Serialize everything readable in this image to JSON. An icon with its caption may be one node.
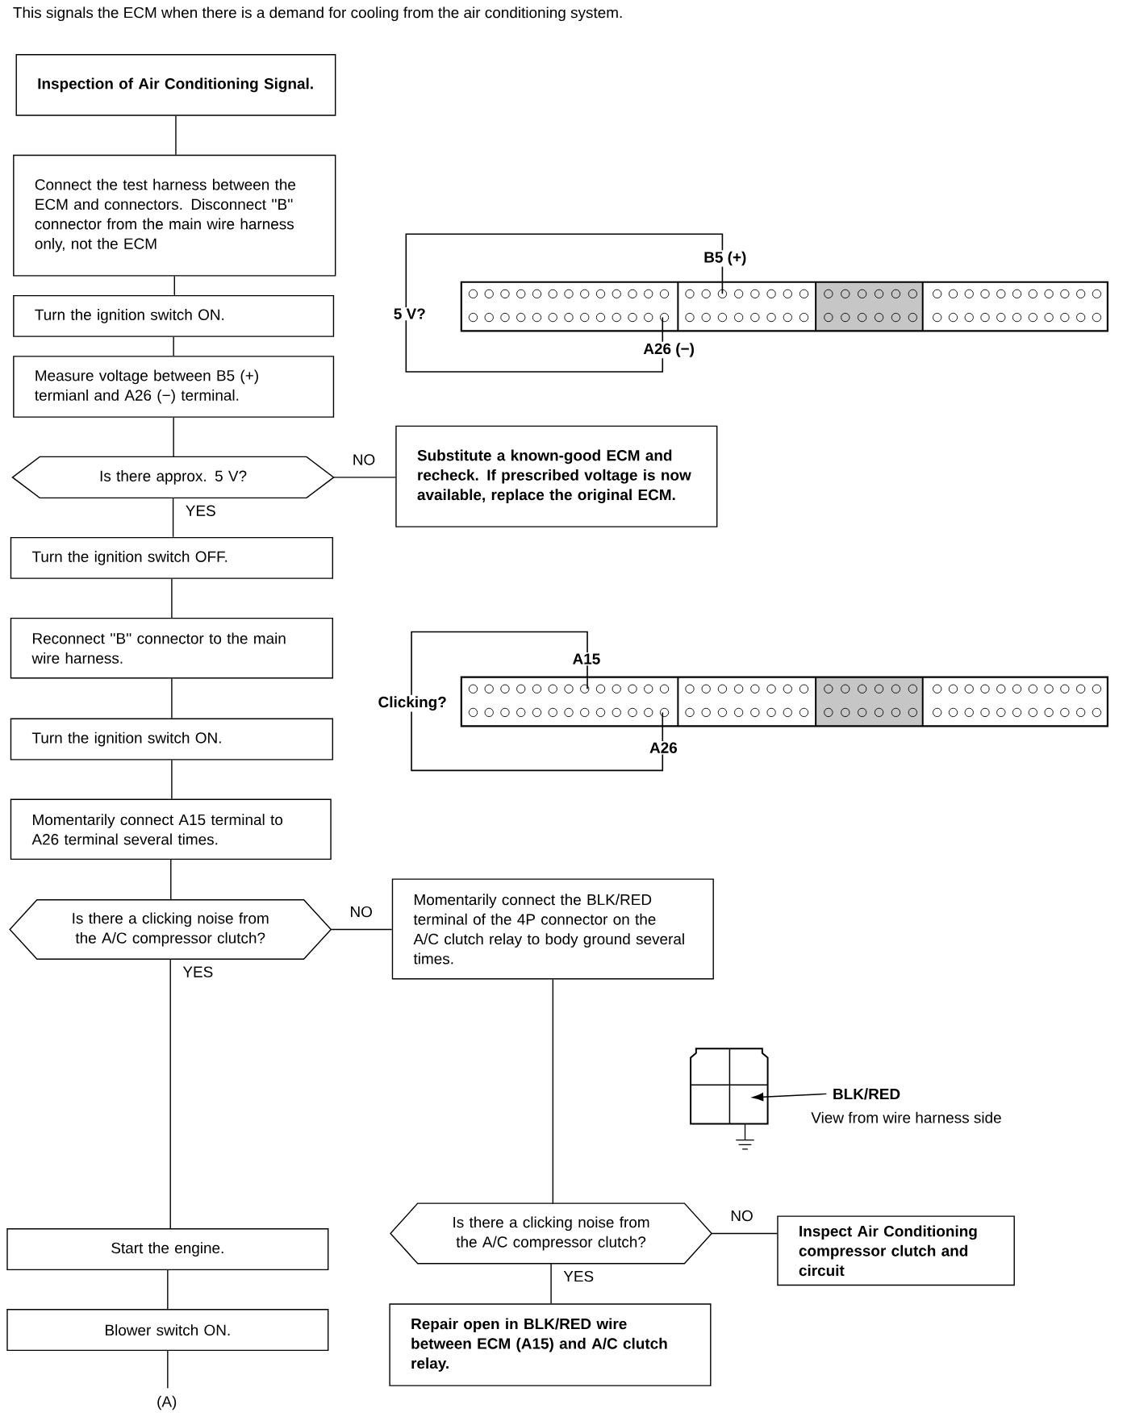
{
  "diagram": {
    "title": "This signals the ECM when there is a demand for cooling from the air conditioning system.",
    "nodes": [
      {
        "text": [
          "Inspection of Air Conditioning Signal."
        ]
      },
      {
        "text": [
          "Connect the test harness between the ECM and connectors. Disconnect ''B'' connector from the main wire harness only, not the ECM"
        ]
      },
      {
        "text": [
          "Turn the ignition switch ON."
        ]
      },
      {
        "text": [
          "Measure voltage between B5 (+) termianl and A26 (−) terminal."
        ]
      },
      {
        "text": [
          "Is there approx. 5 V?"
        ]
      },
      {
        "text": [
          "Substitute a known-good ECM and recheck. If prescribed voltage is now available, replace the original ECM."
        ]
      },
      {
        "text": [
          "Turn the ignition switch OFF."
        ]
      },
      {
        "text": [
          "Reconnect ''B'' connector to the main wire harness."
        ]
      },
      {
        "text": [
          "Turn the ignition switch ON."
        ]
      },
      {
        "text": [
          "Momentarily connect A15 terminal to A26 terminal several times."
        ]
      },
      {
        "text": [
          "Is there a clicking noise from the A/C compressor clutch?"
        ]
      },
      {
        "text": [
          "Momentarily connect the BLK/RED terminal of the 4P connector on the A/C clutch relay to body ground several times."
        ]
      },
      {
        "text": [
          "Start the engine."
        ]
      },
      {
        "text": [
          "Blower switch ON."
        ]
      },
      {
        "text": [
          "(A)"
        ]
      },
      {
        "text": [
          "Is there a clicking noise from the A/C compressor clutch?"
        ]
      },
      {
        "text": [
          "Inspect Air Conditioning compressor clutch and circuit"
        ]
      },
      {
        "text": [
          "Repair open in BLK/RED wire between ECM (A15) and A/C clutch relay."
        ]
      },
      {
        "text": [
          "BLK/RED"
        ]
      }
    ],
    "edges": [
      {
        "from": 0,
        "to": 1,
        "arrow": "none"
      },
      {
        "from": 1,
        "to": 2,
        "arrow": "none"
      },
      {
        "from": 2,
        "to": 3,
        "arrow": "none"
      },
      {
        "from": 3,
        "to": 4,
        "arrow": "none"
      },
      {
        "from": 4,
        "to": 5,
        "arrow": "none",
        "label": "NO"
      },
      {
        "from": 4,
        "to": 6,
        "arrow": "none",
        "label": "YES"
      },
      {
        "from": 6,
        "to": 7,
        "arrow": "none"
      },
      {
        "from": 7,
        "to": 8,
        "arrow": "none"
      },
      {
        "from": 8,
        "to": 9,
        "arrow": "none"
      },
      {
        "from": 9,
        "to": 10,
        "arrow": "none"
      },
      {
        "from": 10,
        "to": 11,
        "arrow": "none",
        "label": "NO"
      },
      {
        "from": 10,
        "to": 12,
        "arrow": "none",
        "label": "YES"
      },
      {
        "from": 12,
        "to": 13,
        "arrow": "none"
      },
      {
        "from": 13,
        "to": 14,
        "arrow": "none"
      },
      {
        "from": 11,
        "to": 15,
        "arrow": "none"
      },
      {
        "from": 15,
        "to": 16,
        "arrow": "none",
        "label": "NO"
      },
      {
        "from": 15,
        "to": 17,
        "arrow": "none",
        "label": "YES"
      },
      {
        "from": 18,
        "to": null,
        "arrow": "to"
      }
    ],
    "labels": [
      "B5 (+)",
      "5 V?",
      "A26 (−)",
      "A15",
      "Clicking?",
      "A26",
      "View from wire harness side"
    ]
  }
}
